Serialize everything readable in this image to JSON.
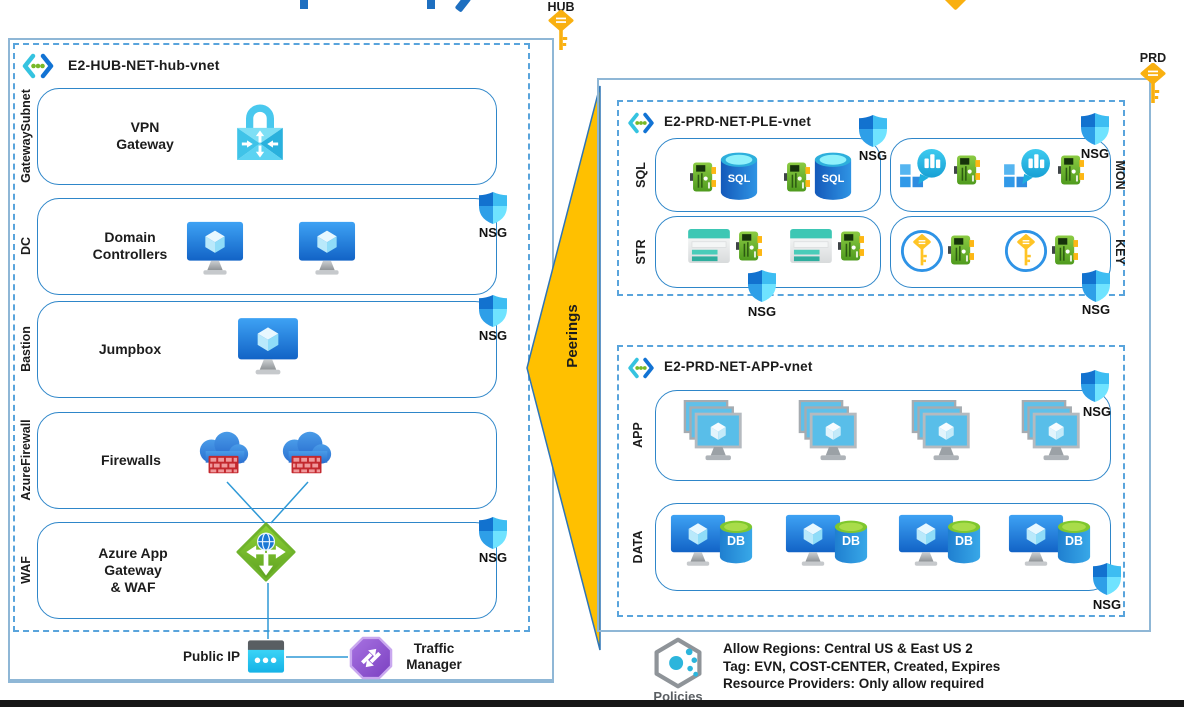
{
  "colors": {
    "outer_border": "#8FB7D6",
    "inner_box_border": "#2E86C9",
    "dashed_border": "#59A4DC",
    "peering_fill": "#FFC000",
    "peering_stroke": "#2E75B6",
    "key_gold": "#F9B010",
    "nsg_blue": "#1272CF",
    "nsg_cyan": "#6FE3FF",
    "vm_blue": "#1263C6",
    "appgw_green": "#76BC2D",
    "traffic_manager_purple": "#8A4FC8",
    "title_fragment_blue": "#1E6FC0",
    "text": "#1C1C1C",
    "bottom_bar": "#161616"
  },
  "top": {
    "hub_key_label": "HUB",
    "prd_key_label": "PRD"
  },
  "shared": {
    "nsg": "NSG",
    "sql": "SQL",
    "db": "DB"
  },
  "hub": {
    "vnet_label": "E2-HUB-NET-hub-vnet",
    "subnets": [
      {
        "side_label": "GatewaySubnet",
        "name": "VPN Gateway"
      },
      {
        "side_label": "DC",
        "name": "Domain Controllers"
      },
      {
        "side_label": "Bastion",
        "name": "Jumpbox"
      },
      {
        "side_label": "AzureFirewall",
        "name": "Firewalls"
      },
      {
        "side_label": "WAF",
        "name": "Azure App Gateway & WAF"
      }
    ],
    "public_ip_label": "Public IP",
    "traffic_manager_label": "Traffic Manager"
  },
  "peerings_label": "Peerings",
  "prd": {
    "ple_vnet": {
      "label": "E2-PRD-NET-PLE-vnet",
      "rows": {
        "sql": "SQL",
        "str": "STR",
        "mon": "MON",
        "key": "KEY"
      }
    },
    "app_vnet": {
      "label": "E2-PRD-NET-APP-vnet",
      "rows": {
        "app": "APP",
        "data": "DATA"
      }
    }
  },
  "policies": {
    "label": "Policies",
    "line1": "Allow Regions: Central US & East US 2",
    "line2": "Tag: EVN, COST-CENTER, Created, Expires",
    "line3": "Resource Providers: Only allow required"
  }
}
